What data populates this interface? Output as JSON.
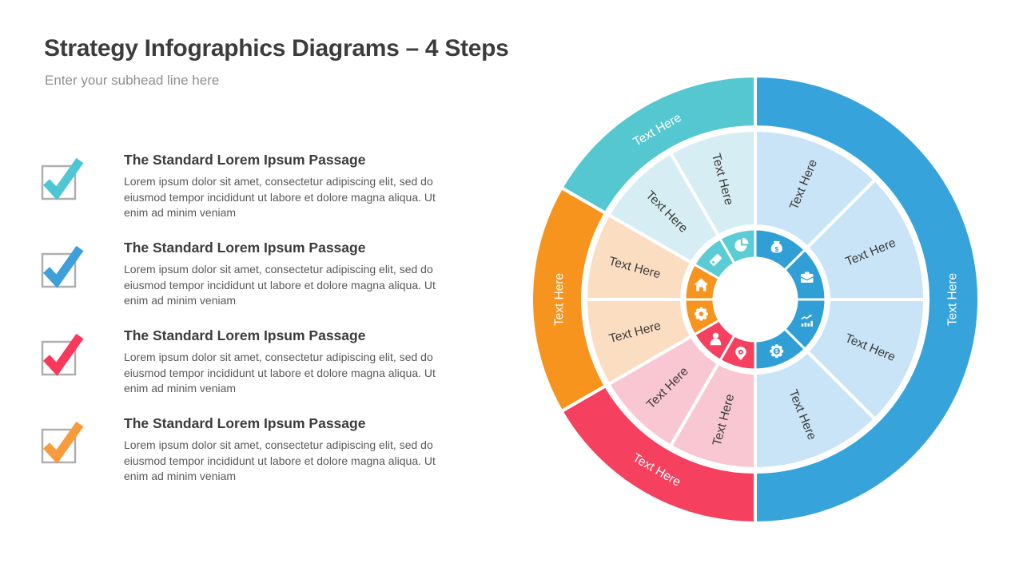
{
  "slide": {
    "title": "Strategy Infographics Diagrams – 4 Steps",
    "subtitle": "Enter your subhead line here",
    "background": "#FFFFFF"
  },
  "checklist": {
    "checkbox_border_color": "#AFAFAF",
    "items": [
      {
        "heading": "The Standard Lorem Ipsum Passage",
        "body": "Lorem ipsum dolor sit amet, consectetur adipiscing elit, sed do eiusmod tempor incididunt ut labore et dolore magna aliqua. Ut enim ad minim veniam",
        "check_color": "#4FC6D3"
      },
      {
        "heading": "The Standard Lorem Ipsum Passage",
        "body": "Lorem ipsum dolor sit amet, consectetur adipiscing elit, sed do eiusmod tempor incididunt ut labore et dolore magna aliqua. Ut enim ad minim veniam",
        "check_color": "#3E9FD9"
      },
      {
        "heading": "The Standard Lorem Ipsum Passage",
        "body": "Lorem ipsum dolor sit amet, consectetur adipiscing elit, sed do eiusmod tempor incididunt ut labore et dolore magna aliqua. Ut enim ad minim veniam",
        "check_color": "#F8395C"
      },
      {
        "heading": "The Standard Lorem Ipsum Passage",
        "body": "Lorem ipsum dolor sit amet, consectetur adipiscing elit, sed do eiusmod tempor incididunt ut labore et dolore magna aliqua. Ut enim ad minim veniam",
        "check_color": "#F79B3D"
      }
    ]
  },
  "diagram": {
    "placeholder": "Text Here",
    "center_color": "#FFFFFF",
    "label_color_middle": "#3B3B3B",
    "label_color_outer": "#FFFFFF",
    "outer_ring": [
      {
        "label": "Text Here",
        "color": "#36A4DB",
        "start": 0,
        "end": 180,
        "label_rotation": -90
      },
      {
        "label": "Text Here",
        "color": "#F5405F",
        "start": 180,
        "end": 240,
        "label_rotation": 30
      },
      {
        "label": "Text Here",
        "color": "#F7941E",
        "start": 240,
        "end": 300,
        "label_rotation": -90
      },
      {
        "label": "Text Here",
        "color": "#55C7D0",
        "start": 300,
        "end": 360,
        "label_rotation": -30
      }
    ],
    "middle_ring": [
      {
        "label": "Text Here",
        "color": "#C9E4F6",
        "start": 0,
        "end": 45
      },
      {
        "label": "Text Here",
        "color": "#C9E4F6",
        "start": 45,
        "end": 90
      },
      {
        "label": "Text Here",
        "color": "#C9E4F6",
        "start": 90,
        "end": 135
      },
      {
        "label": "Text Here",
        "color": "#C9E4F6",
        "start": 135,
        "end": 180
      },
      {
        "label": "Text Here",
        "color": "#F9C7D2",
        "start": 180,
        "end": 210
      },
      {
        "label": "Text Here",
        "color": "#F9C7D2",
        "start": 210,
        "end": 240
      },
      {
        "label": "Text Here",
        "color": "#FBDDC2",
        "start": 240,
        "end": 270
      },
      {
        "label": "Text Here",
        "color": "#FBDDC2",
        "start": 270,
        "end": 300
      },
      {
        "label": "Text Here",
        "color": "#D6EEF3",
        "start": 300,
        "end": 330
      },
      {
        "label": "Text Here",
        "color": "#D6EEF3",
        "start": 330,
        "end": 360
      }
    ],
    "icon_ring": [
      {
        "icon": "money-bag",
        "color": "#2F9FD6",
        "start": 0,
        "end": 45
      },
      {
        "icon": "briefcase",
        "color": "#2F9FD6",
        "start": 45,
        "end": 90
      },
      {
        "icon": "growth-chart",
        "color": "#2F9FD6",
        "start": 90,
        "end": 135
      },
      {
        "icon": "gear-dollar",
        "color": "#2F9FD6",
        "start": 135,
        "end": 180
      },
      {
        "icon": "location-pin",
        "color": "#F5405F",
        "start": 180,
        "end": 210
      },
      {
        "icon": "person",
        "color": "#F5405F",
        "start": 210,
        "end": 240
      },
      {
        "icon": "gear",
        "color": "#F7941E",
        "start": 240,
        "end": 270
      },
      {
        "icon": "house",
        "color": "#F7941E",
        "start": 270,
        "end": 300
      },
      {
        "icon": "price-tag",
        "color": "#5BCBD4",
        "start": 300,
        "end": 330
      },
      {
        "icon": "pie-chart",
        "color": "#5BCBD4",
        "start": 330,
        "end": 360
      }
    ]
  }
}
